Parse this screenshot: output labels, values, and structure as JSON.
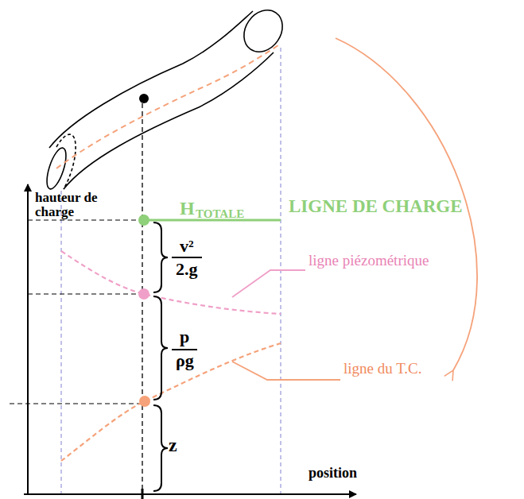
{
  "diagram": {
    "labels": [
      "hauteur de charge",
      "H",
      "TOTALE",
      "LIGNE DE CHARGE",
      "ligne piézométrique",
      "ligne du T.C.",
      "v²",
      "2.g",
      "p",
      "ρg",
      "z",
      "position"
    ]
  }
}
